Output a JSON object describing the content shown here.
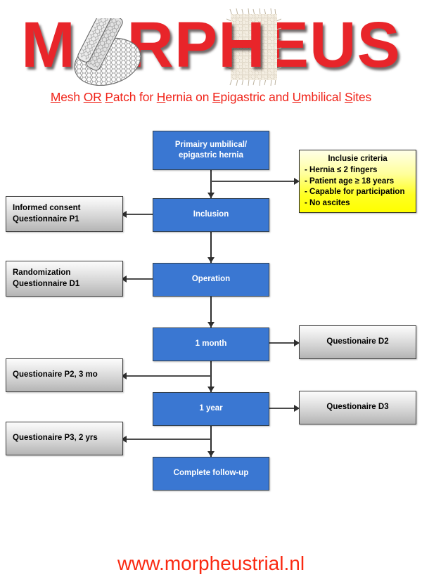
{
  "logo": {
    "wordmark": "M○RP H EUS",
    "letters": [
      "M",
      "○",
      "R",
      "P",
      "H",
      "E",
      "U",
      "S"
    ],
    "brand_red": "#e8252a",
    "mesh_disc_icon": "mesh-disc-icon",
    "mesh_patch_icon": "mesh-patch-icon"
  },
  "subtitle": {
    "parts": [
      {
        "initial": "M",
        "rest": "esh "
      },
      {
        "initial": "OR",
        "rest": " "
      },
      {
        "initial": "P",
        "rest": "atch for "
      },
      {
        "initial": "H",
        "rest": "ernia on "
      },
      {
        "initial": "E",
        "rest": "pigastric and "
      },
      {
        "initial": "U",
        "rest": "mbilical "
      },
      {
        "initial": "S",
        "rest": "ites"
      }
    ],
    "full_text": "Mesh OR Patch for Hernia on Epigastric and Umbilical Sites",
    "color": "#f02319"
  },
  "flowchart": {
    "colors": {
      "blue_node": "#3a77d2",
      "blue_text": "#ffffff",
      "gray_node_top": "#fcfcfc",
      "gray_node_bottom": "#b4b4b4",
      "yellow_node": "#ffff00",
      "connector": "#2f2f2f"
    },
    "main_nodes": [
      {
        "id": "primary-hernia",
        "label": "Primairy umbilical/\nepigastric hernia",
        "line1": "Primairy umbilical/",
        "line2": "epigastric hernia"
      },
      {
        "id": "inclusion",
        "label": "Inclusion"
      },
      {
        "id": "operation",
        "label": "Operation"
      },
      {
        "id": "one-month",
        "label": "1 month"
      },
      {
        "id": "one-year",
        "label": "1 year"
      },
      {
        "id": "complete-followup",
        "label": "Complete follow-up"
      }
    ],
    "left_nodes": [
      {
        "id": "informed-consent",
        "line1": "Informed consent",
        "line2": "Questionnaire P1"
      },
      {
        "id": "randomization",
        "line1": "Randomization",
        "line2": "Questionnaire D1"
      },
      {
        "id": "questionaire-p2",
        "line1": "Questionaire P2, 3 mo",
        "line2": ""
      },
      {
        "id": "questionaire-p3",
        "line1": "Questionaire P3, 2 yrs",
        "line2": ""
      }
    ],
    "right_nodes": [
      {
        "id": "questionaire-d2",
        "label": "Questionaire D2"
      },
      {
        "id": "questionaire-d3",
        "label": "Questionaire D3"
      }
    ],
    "criteria_box": {
      "title": "Inclusie criteria",
      "items": [
        "- Hernia ≤ 2 fingers",
        "- Patient age ≥ 18 years",
        "- Capable for participation",
        "- No ascites"
      ]
    }
  },
  "footer": {
    "url": "www.morpheustrial.nl",
    "color": "#fa2a12"
  }
}
